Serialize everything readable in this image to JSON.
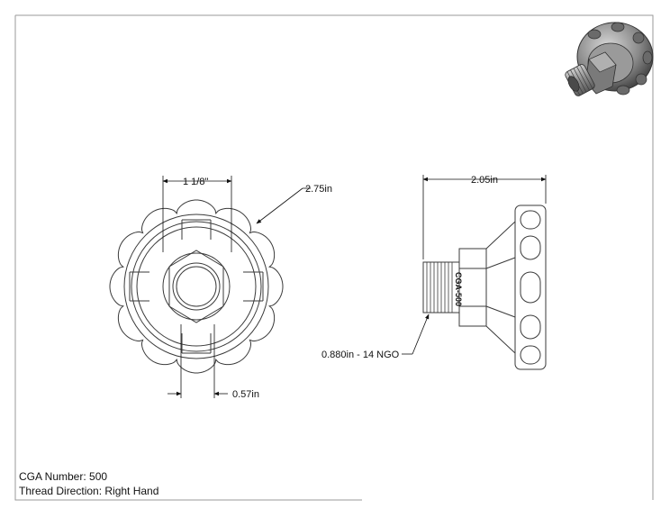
{
  "dimensions": {
    "hex_size": "1 1/8\"",
    "knob_diameter": "2.75in",
    "bore_width": "0.57in",
    "overall_length": "2.05in",
    "thread_spec": "0.880in - 14 NGO"
  },
  "part_marking": "CGA-500",
  "notes": {
    "cga_number": "CGA Number: 500",
    "thread_direction": "Thread Direction: Right Hand"
  },
  "colors": {
    "line": "#3a3a3a",
    "border": "#9a9a9a",
    "render_dark": "#5a5a5a",
    "render_light": "#b8b8b8"
  }
}
